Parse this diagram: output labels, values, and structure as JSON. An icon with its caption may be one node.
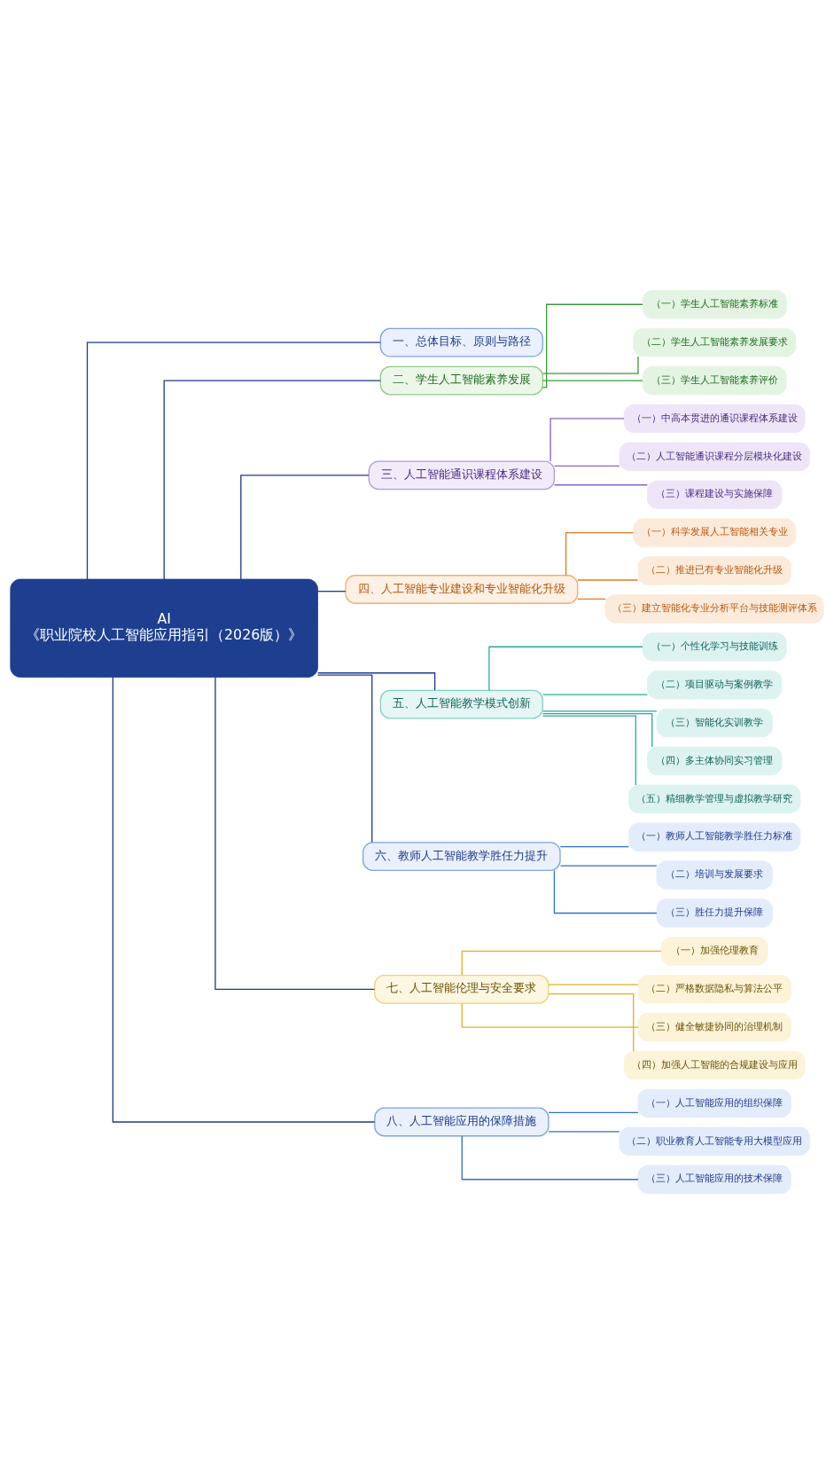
{
  "diagram": {
    "nodes": [
      {
        "text": [
          "AI",
          "《职业院校人工智能应用指引（2026版）》"
        ]
      },
      {
        "text": [
          "一、总体目标、原则与路径"
        ]
      },
      {
        "text": [
          "二、学生人工智能素养发展"
        ]
      },
      {
        "text": [
          "（一）学生人工智能素养标准"
        ]
      },
      {
        "text": [
          "（二）学生人工智能素养发展要求"
        ]
      },
      {
        "text": [
          "（三）学生人工智能素养评价"
        ]
      },
      {
        "text": [
          "三、人工智能通识课程体系建设"
        ]
      },
      {
        "text": [
          "（一）中高本贯进的通识课程体系建设"
        ]
      },
      {
        "text": [
          "（二）人工智能通识课程分层模块化建设"
        ]
      },
      {
        "text": [
          "（三）课程建设与实施保障"
        ]
      },
      {
        "text": [
          "四、人工智能专业建设和专业智能化升级"
        ]
      },
      {
        "text": [
          "（一）科学发展人工智能相关专业"
        ]
      },
      {
        "text": [
          "（二）推进已有专业智能化升级"
        ]
      },
      {
        "text": [
          "（三）建立智能化专业分析平台与技能测评体系"
        ]
      },
      {
        "text": [
          "五、人工智能教学模式创新"
        ]
      },
      {
        "text": [
          "（一）个性化学习与技能训练"
        ]
      },
      {
        "text": [
          "（二）项目驱动与案例教学"
        ]
      },
      {
        "text": [
          "（三）智能化实训教学"
        ]
      },
      {
        "text": [
          "（四）多主体协同实习管理"
        ]
      },
      {
        "text": [
          "（五）精细教学管理与虚拟教学研究"
        ]
      },
      {
        "text": [
          "六、教师人工智能教学胜任力提升"
        ]
      },
      {
        "text": [
          "（一）教师人工智能教学胜任力标准"
        ]
      },
      {
        "text": [
          "（二）培训与发展要求"
        ]
      },
      {
        "text": [
          "（三）胜任力提升保障"
        ]
      },
      {
        "text": [
          "七、人工智能伦理与安全要求"
        ]
      },
      {
        "text": [
          "（一）加强伦理教育"
        ]
      },
      {
        "text": [
          "（二）严格数据隐私与算法公平"
        ]
      },
      {
        "text": [
          "（三）健全敏捷协同的治理机制"
        ]
      },
      {
        "text": [
          "（四）加强人工智能的合规建设与应用"
        ]
      },
      {
        "text": [
          "八、人工智能应用的保障措施"
        ]
      },
      {
        "text": [
          "（一）人工智能应用的组织保障"
        ]
      },
      {
        "text": [
          "（二）职业教育人工智能专用大模型应用"
        ]
      },
      {
        "text": [
          "（三）人工智能应用的技术保障"
        ]
      }
    ],
    "edges": [
      {
        "from": 0,
        "to": 1,
        "arrow": "none",
        "color": "#1e3a8a"
      },
      {
        "from": 0,
        "to": 2,
        "arrow": "none",
        "color": "#1e3a8a"
      },
      {
        "from": 2,
        "to": 3,
        "arrow": "none",
        "color": "#3a9a3a"
      },
      {
        "from": 2,
        "to": 4,
        "arrow": "none",
        "color": "#3a9a3a"
      },
      {
        "from": 2,
        "to": 5,
        "arrow": "none",
        "color": "#3a9a3a"
      },
      {
        "from": 0,
        "to": 6,
        "arrow": "none",
        "color": "#1e3a8a"
      },
      {
        "from": 6,
        "to": 7,
        "arrow": "none",
        "color": "#8a63c4"
      },
      {
        "from": 6,
        "to": 8,
        "arrow": "none",
        "color": "#8a63c4"
      },
      {
        "from": 6,
        "to": 9,
        "arrow": "none",
        "color": "#8a63c4"
      },
      {
        "from": 0,
        "to": 10,
        "arrow": "none",
        "color": "#1e3a8a"
      },
      {
        "from": 10,
        "to": 11,
        "arrow": "none",
        "color": "#e07b20"
      },
      {
        "from": 10,
        "to": 12,
        "arrow": "none",
        "color": "#e07b20"
      },
      {
        "from": 10,
        "to": 13,
        "arrow": "none",
        "color": "#e07b20"
      },
      {
        "from": 0,
        "to": 14,
        "arrow": "none",
        "color": "#1e3a8a"
      },
      {
        "from": 14,
        "to": 15,
        "arrow": "none",
        "color": "#27a9a1"
      },
      {
        "from": 14,
        "to": 16,
        "arrow": "none",
        "color": "#27a9a1"
      },
      {
        "from": 14,
        "to": 17,
        "arrow": "none",
        "color": "#27a9a1"
      },
      {
        "from": 14,
        "to": 18,
        "arrow": "none",
        "color": "#27a9a1"
      },
      {
        "from": 14,
        "to": 19,
        "arrow": "none",
        "color": "#27a9a1"
      },
      {
        "from": 0,
        "to": 20,
        "arrow": "none",
        "color": "#1e3a8a"
      },
      {
        "from": 20,
        "to": 21,
        "arrow": "none",
        "color": "#2f6fd0"
      },
      {
        "from": 20,
        "to": 22,
        "arrow": "none",
        "color": "#2f6fd0"
      },
      {
        "from": 20,
        "to": 23,
        "arrow": "none",
        "color": "#2f6fd0"
      },
      {
        "from": 0,
        "to": 24,
        "arrow": "none",
        "color": "#1e3a8a"
      },
      {
        "from": 24,
        "to": 25,
        "arrow": "none",
        "color": "#e0b020"
      },
      {
        "from": 24,
        "to": 26,
        "arrow": "none",
        "color": "#e0b020"
      },
      {
        "from": 24,
        "to": 27,
        "arrow": "none",
        "color": "#e0b020"
      },
      {
        "from": 24,
        "to": 28,
        "arrow": "none",
        "color": "#e0b020"
      },
      {
        "from": 0,
        "to": 29,
        "arrow": "none",
        "color": "#1e3a8a"
      },
      {
        "from": 29,
        "to": 30,
        "arrow": "none",
        "color": "#2f6fd0"
      },
      {
        "from": 29,
        "to": 31,
        "arrow": "none",
        "color": "#2f6fd0"
      },
      {
        "from": 29,
        "to": 32,
        "arrow": "none",
        "color": "#2f6fd0"
      }
    ]
  }
}
